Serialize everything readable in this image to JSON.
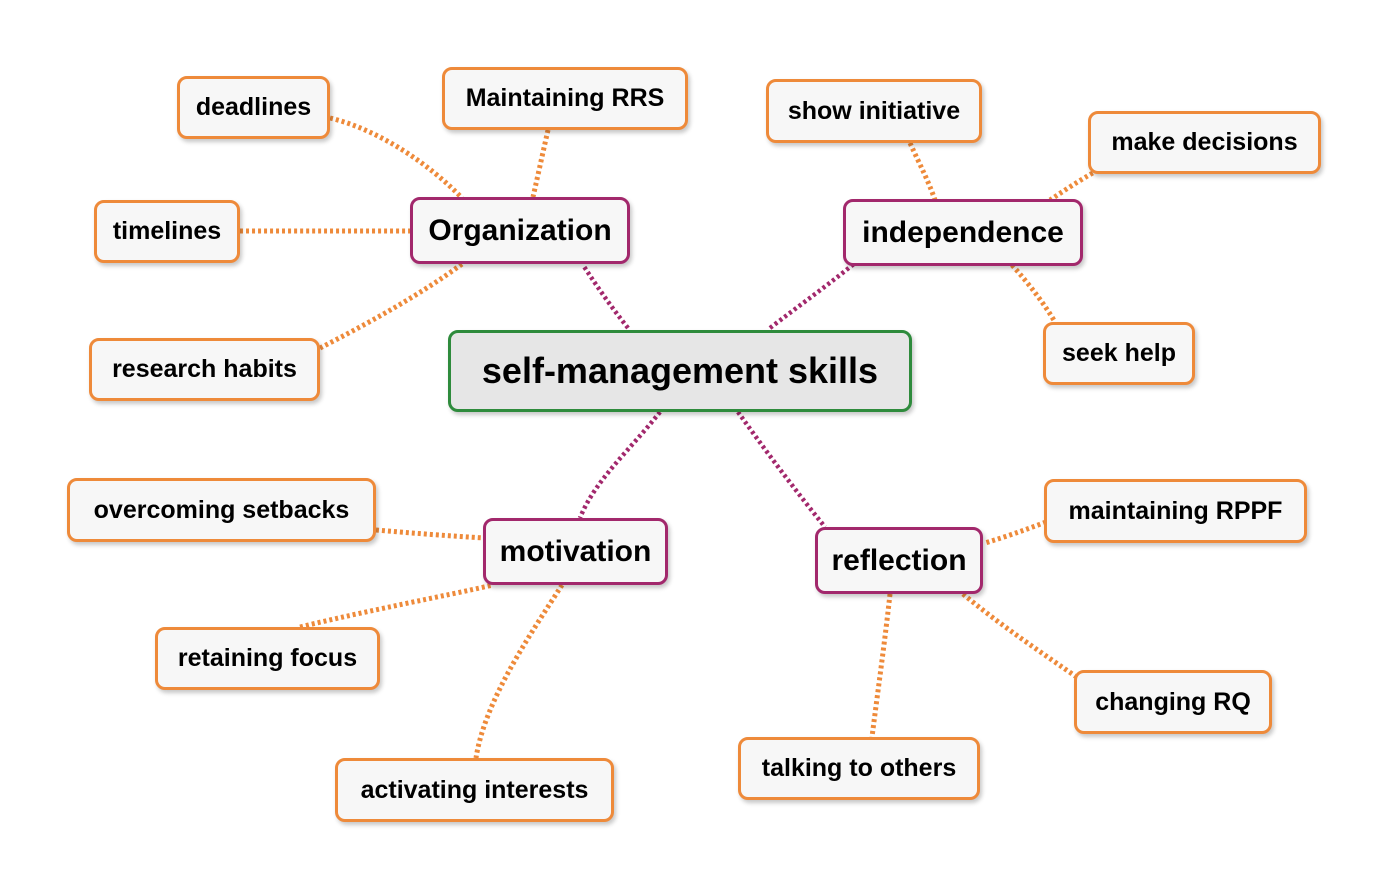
{
  "center": {
    "label": "self-management skills"
  },
  "branches": {
    "organization": {
      "label": "Organization",
      "leaves": {
        "deadlines": "deadlines",
        "maintaining_rrs": "Maintaining RRS",
        "timelines": "timelines",
        "research_habits": "research habits"
      }
    },
    "independence": {
      "label": "independence",
      "leaves": {
        "show_initiative": "show initiative",
        "make_decisions": "make decisions",
        "seek_help": "seek help"
      }
    },
    "motivation": {
      "label": "motivation",
      "leaves": {
        "overcoming_setbacks": "overcoming setbacks",
        "retaining_focus": "retaining focus",
        "activating_interests": "activating interests"
      }
    },
    "reflection": {
      "label": "reflection",
      "leaves": {
        "maintaining_rppf": "maintaining RPPF",
        "changing_rq": "changing RQ",
        "talking_to_others": "talking to others"
      }
    }
  },
  "colors": {
    "center_border": "#2e8b3c",
    "branch_border": "#a2286c",
    "leaf_border": "#ee8a3a",
    "node_fill": "#f7f7f7",
    "center_fill": "#e6e6e6"
  }
}
